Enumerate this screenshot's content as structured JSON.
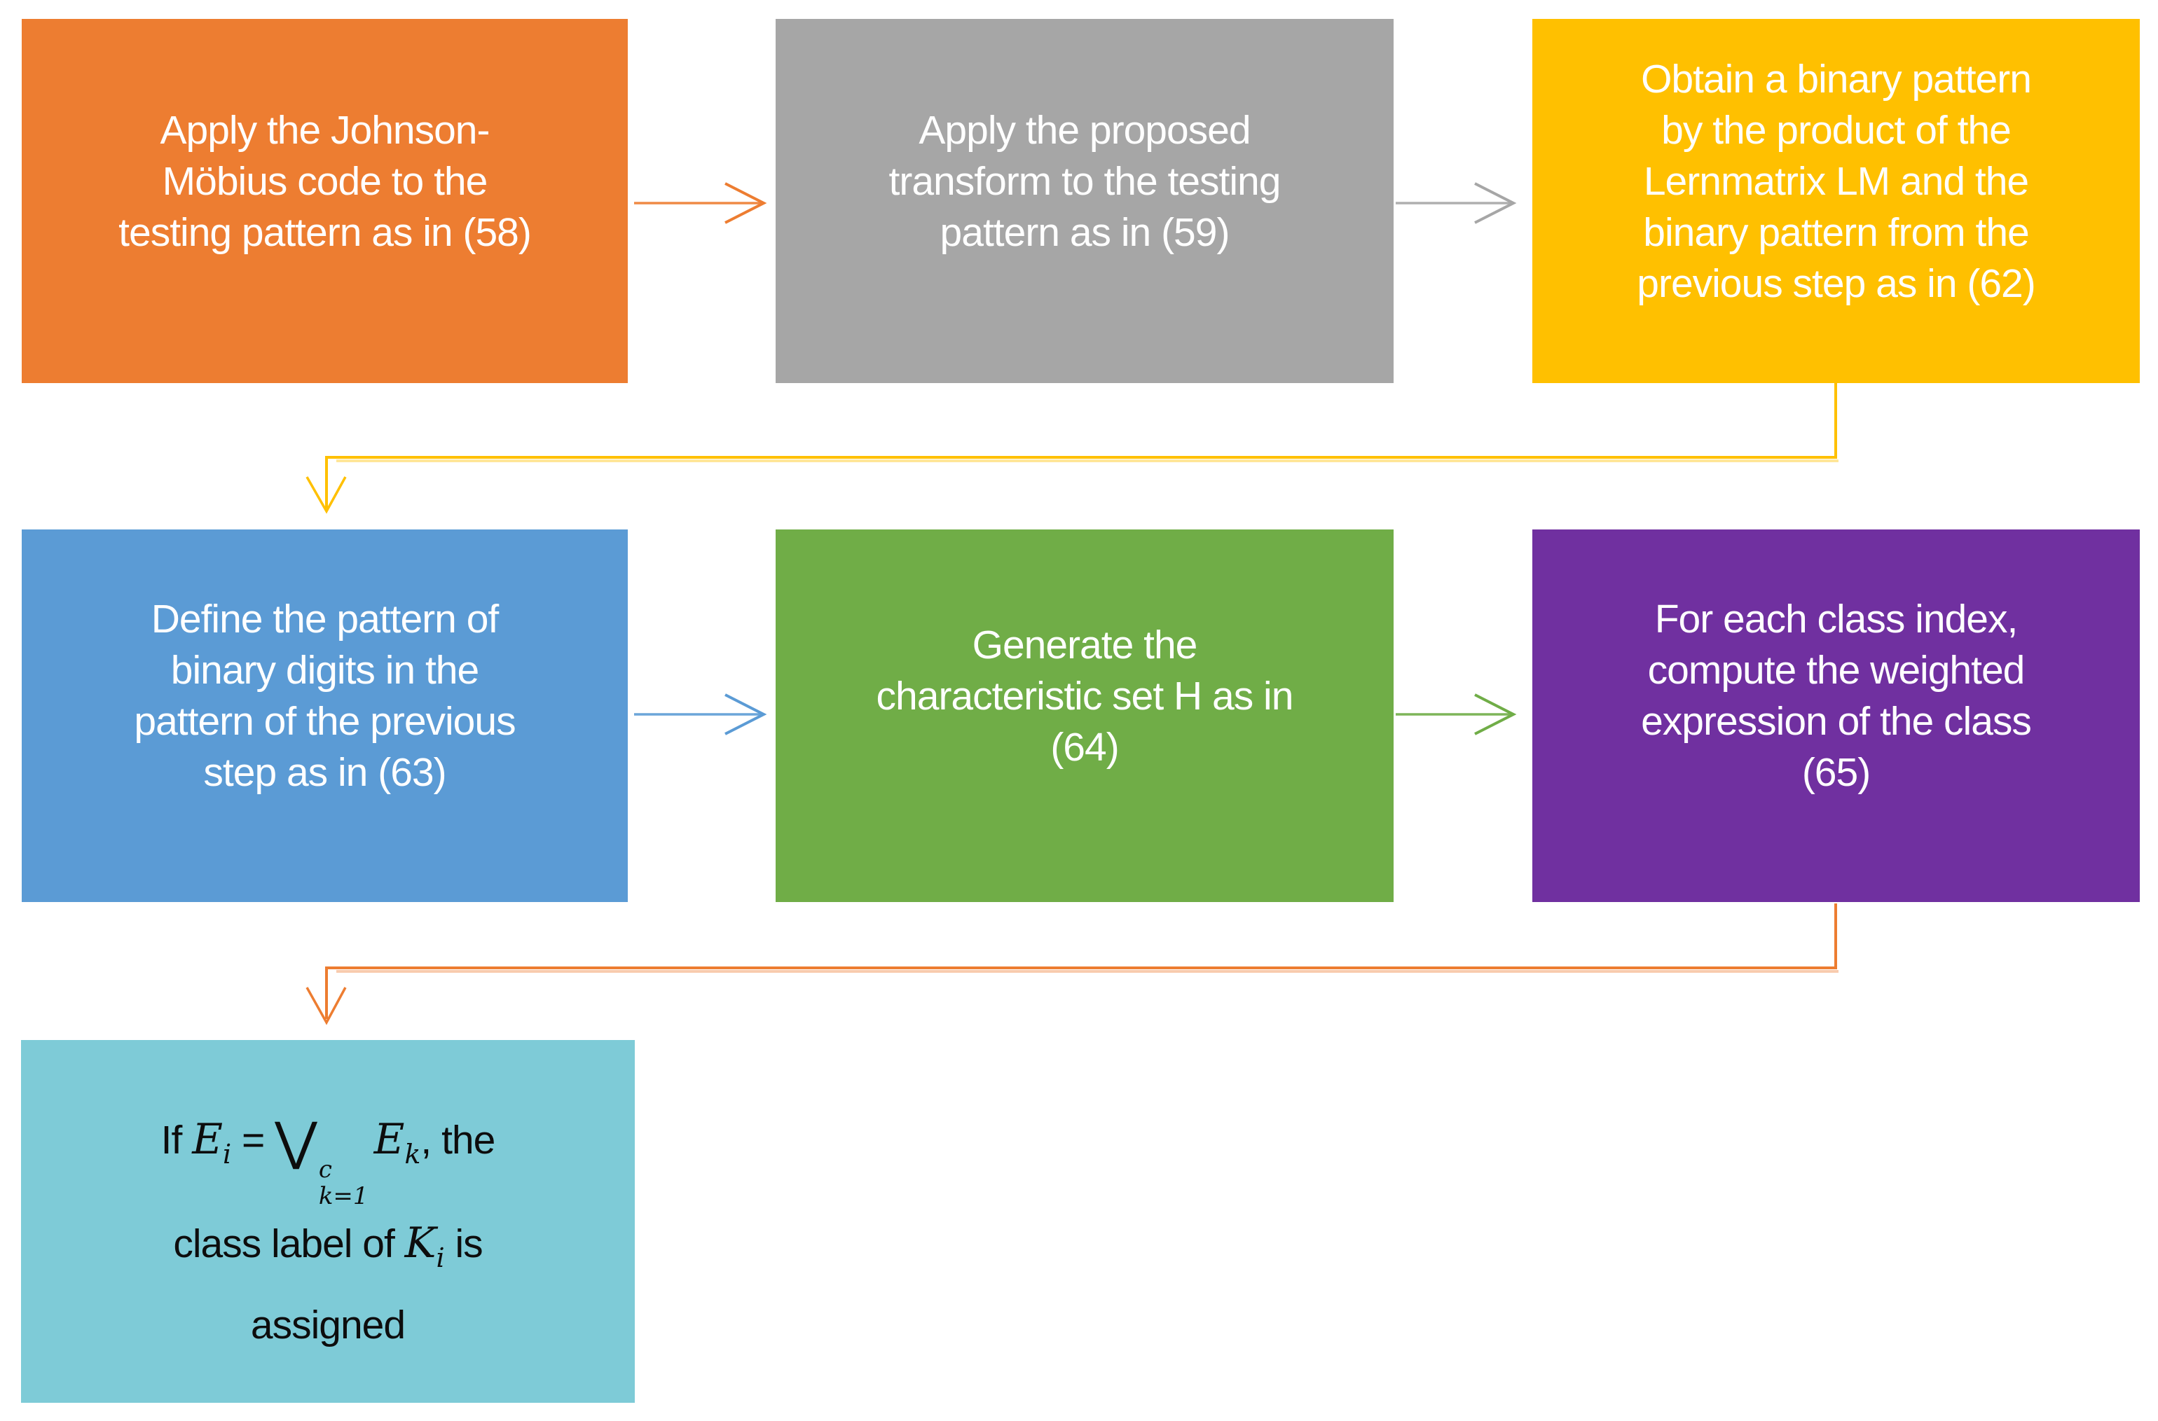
{
  "figure": {
    "type": "flowchart",
    "background": "#FFFFFF"
  },
  "palette": {
    "orange": "#ED7D31",
    "gray": "#A6A6A6",
    "gold": "#FFC000",
    "blue": "#5B9BD5",
    "green": "#70AD47",
    "purple": "#7030A0",
    "teal": "#7ECBD7",
    "white_text": "#FFFFFF",
    "black_text": "#0D0D0D"
  },
  "boxes": [
    {
      "id": "johnson-mobius-code",
      "fill": "#ED7D31",
      "text_color": "#FFFFFF",
      "lines": [
        "Apply the Johnson-",
        "Möbius code to the",
        "testing pattern as in (58)"
      ]
    },
    {
      "id": "proposed-transform",
      "fill": "#A6A6A6",
      "text_color": "#FFFFFF",
      "lines": [
        "Apply the proposed",
        "transform to the testing",
        "pattern as in (59)"
      ]
    },
    {
      "id": "binary-pattern-product",
      "fill": "#FFC000",
      "text_color": "#FFFFFF",
      "lines": [
        "Obtain a binary pattern",
        "by the product of the",
        "Lernmatrix LM and the",
        "binary pattern from the",
        "previous step as in (62)"
      ]
    },
    {
      "id": "define-binary-digits",
      "fill": "#5B9BD5",
      "text_color": "#FFFFFF",
      "lines": [
        "Define the pattern of",
        "binary digits in the",
        "pattern of the previous",
        "step as in (63)"
      ]
    },
    {
      "id": "characteristic-set",
      "fill": "#70AD47",
      "text_color": "#FFFFFF",
      "lines": [
        "Generate the",
        "characteristic set H as in",
        "(64)"
      ]
    },
    {
      "id": "weighted-expression",
      "fill": "#7030A0",
      "text_color": "#FFFFFF",
      "lines": [
        "For each class index,",
        "compute the weighted",
        "expression of the class",
        "(65)"
      ]
    },
    {
      "id": "class-label-assignment",
      "fill": "#7ECBD7",
      "text_color": "#0D0D0D",
      "math": {
        "lines": [
          [
            {
              "k": "w",
              "t": "If "
            },
            {
              "k": "v",
              "t": "E"
            },
            {
              "k": "vsub",
              "t": "i"
            },
            {
              "k": "w",
              "t": " = "
            },
            {
              "k": "vee",
              "t": "⋁"
            },
            {
              "k": "stack",
              "sup": "c",
              "sub": "k=1"
            },
            {
              "k": "v",
              "t": "E"
            },
            {
              "k": "vsub",
              "t": "k"
            },
            {
              "k": "w",
              "t": ", the"
            }
          ],
          [
            {
              "k": "w",
              "t": "class label of "
            },
            {
              "k": "v",
              "t": "K"
            },
            {
              "k": "vsub",
              "t": "i"
            },
            {
              "k": "w",
              "t": " is"
            }
          ],
          [
            {
              "k": "w",
              "t": "assigned"
            }
          ]
        ]
      }
    }
  ],
  "connectors": [
    {
      "id": "step1-to-step2",
      "style": "straight-right",
      "color": "#ED7D31"
    },
    {
      "id": "step2-to-step3",
      "style": "straight-right",
      "color": "#A6A6A6"
    },
    {
      "id": "step3-to-step4",
      "style": "elbow-down",
      "color": "#FFC000",
      "pale": "#FFE699"
    },
    {
      "id": "step4-to-step5",
      "style": "straight-right",
      "color": "#5B9BD5"
    },
    {
      "id": "step5-to-step6",
      "style": "straight-right",
      "color": "#70AD47"
    },
    {
      "id": "step6-to-step7",
      "style": "elbow-down",
      "color": "#ED7D31",
      "pale": "#F8CBAD"
    }
  ]
}
